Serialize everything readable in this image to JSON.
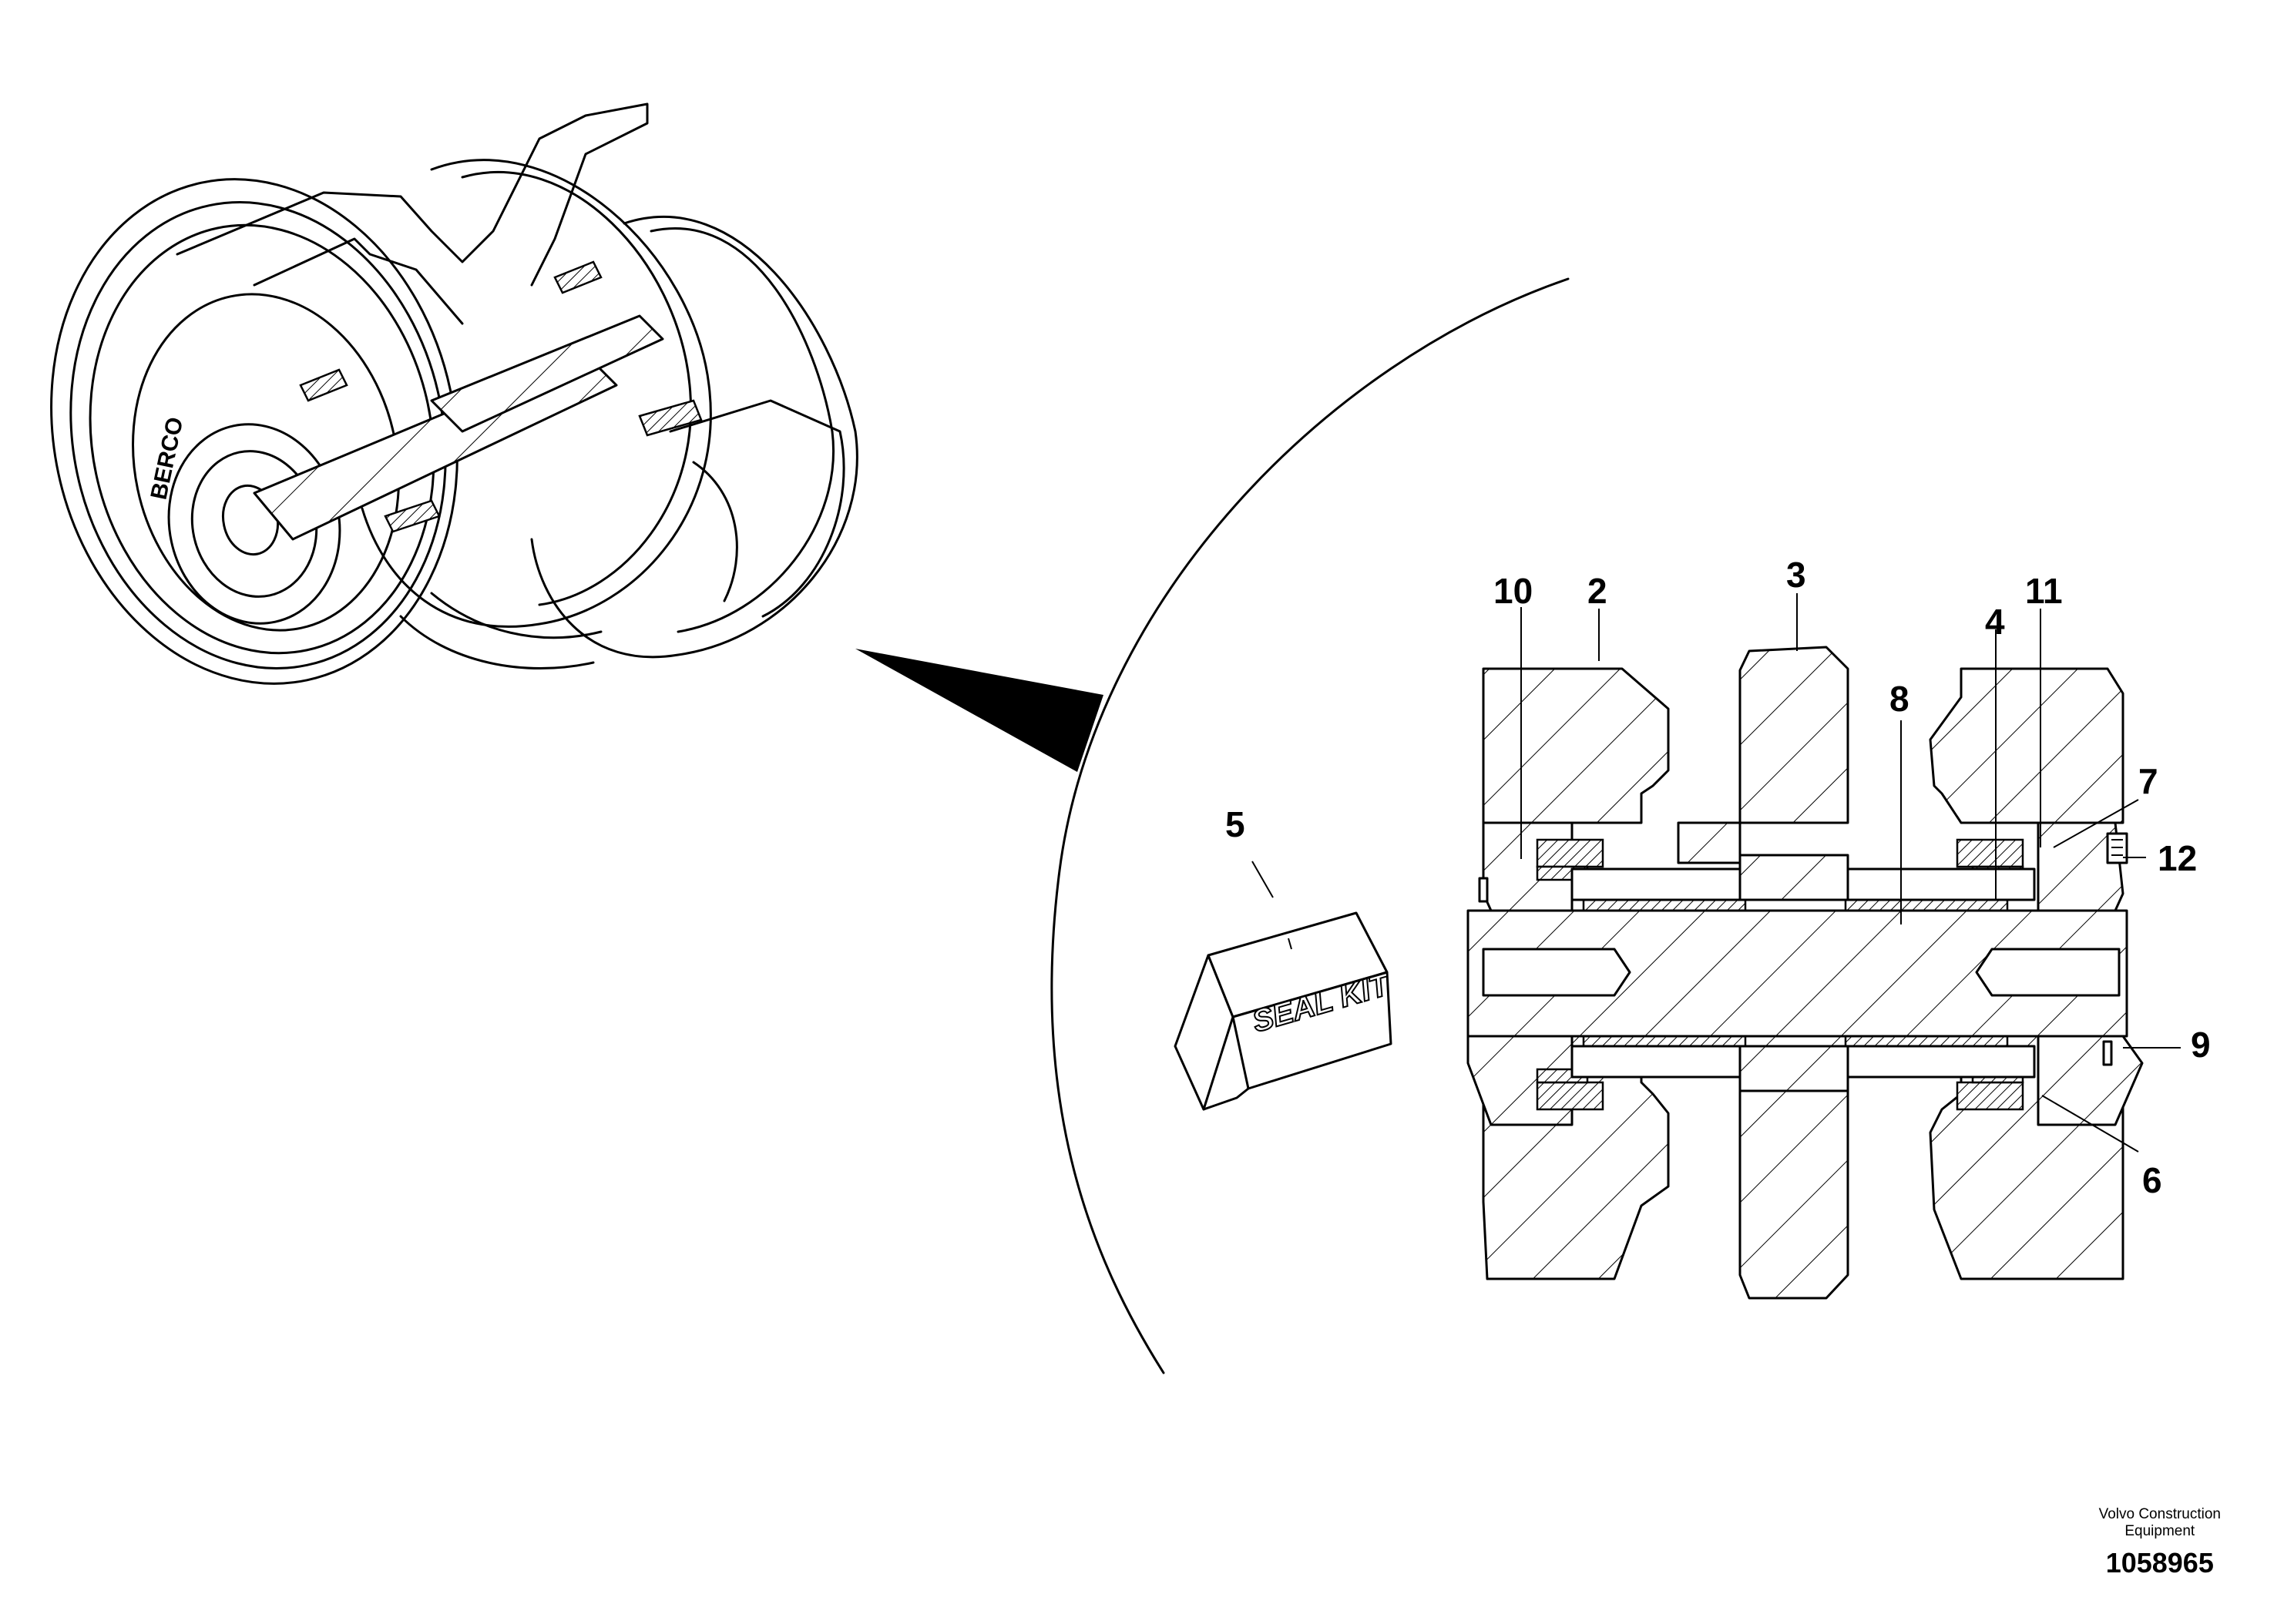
{
  "callouts": [
    {
      "id": "c10",
      "label": "10"
    },
    {
      "id": "c2",
      "label": "2"
    },
    {
      "id": "c3",
      "label": "3"
    },
    {
      "id": "c4",
      "label": "4"
    },
    {
      "id": "c11",
      "label": "11"
    },
    {
      "id": "c8",
      "label": "8"
    },
    {
      "id": "c7",
      "label": "7"
    },
    {
      "id": "c12",
      "label": "12"
    },
    {
      "id": "c9",
      "label": "9"
    },
    {
      "id": "c6",
      "label": "6"
    },
    {
      "id": "c5",
      "label": "5"
    }
  ],
  "kit_label": "SEAL KIT",
  "brand_mark": "BERCO",
  "credit": {
    "organization_line1": "Volvo Construction",
    "organization_line2": "Equipment",
    "drawing_number": "1058965"
  }
}
